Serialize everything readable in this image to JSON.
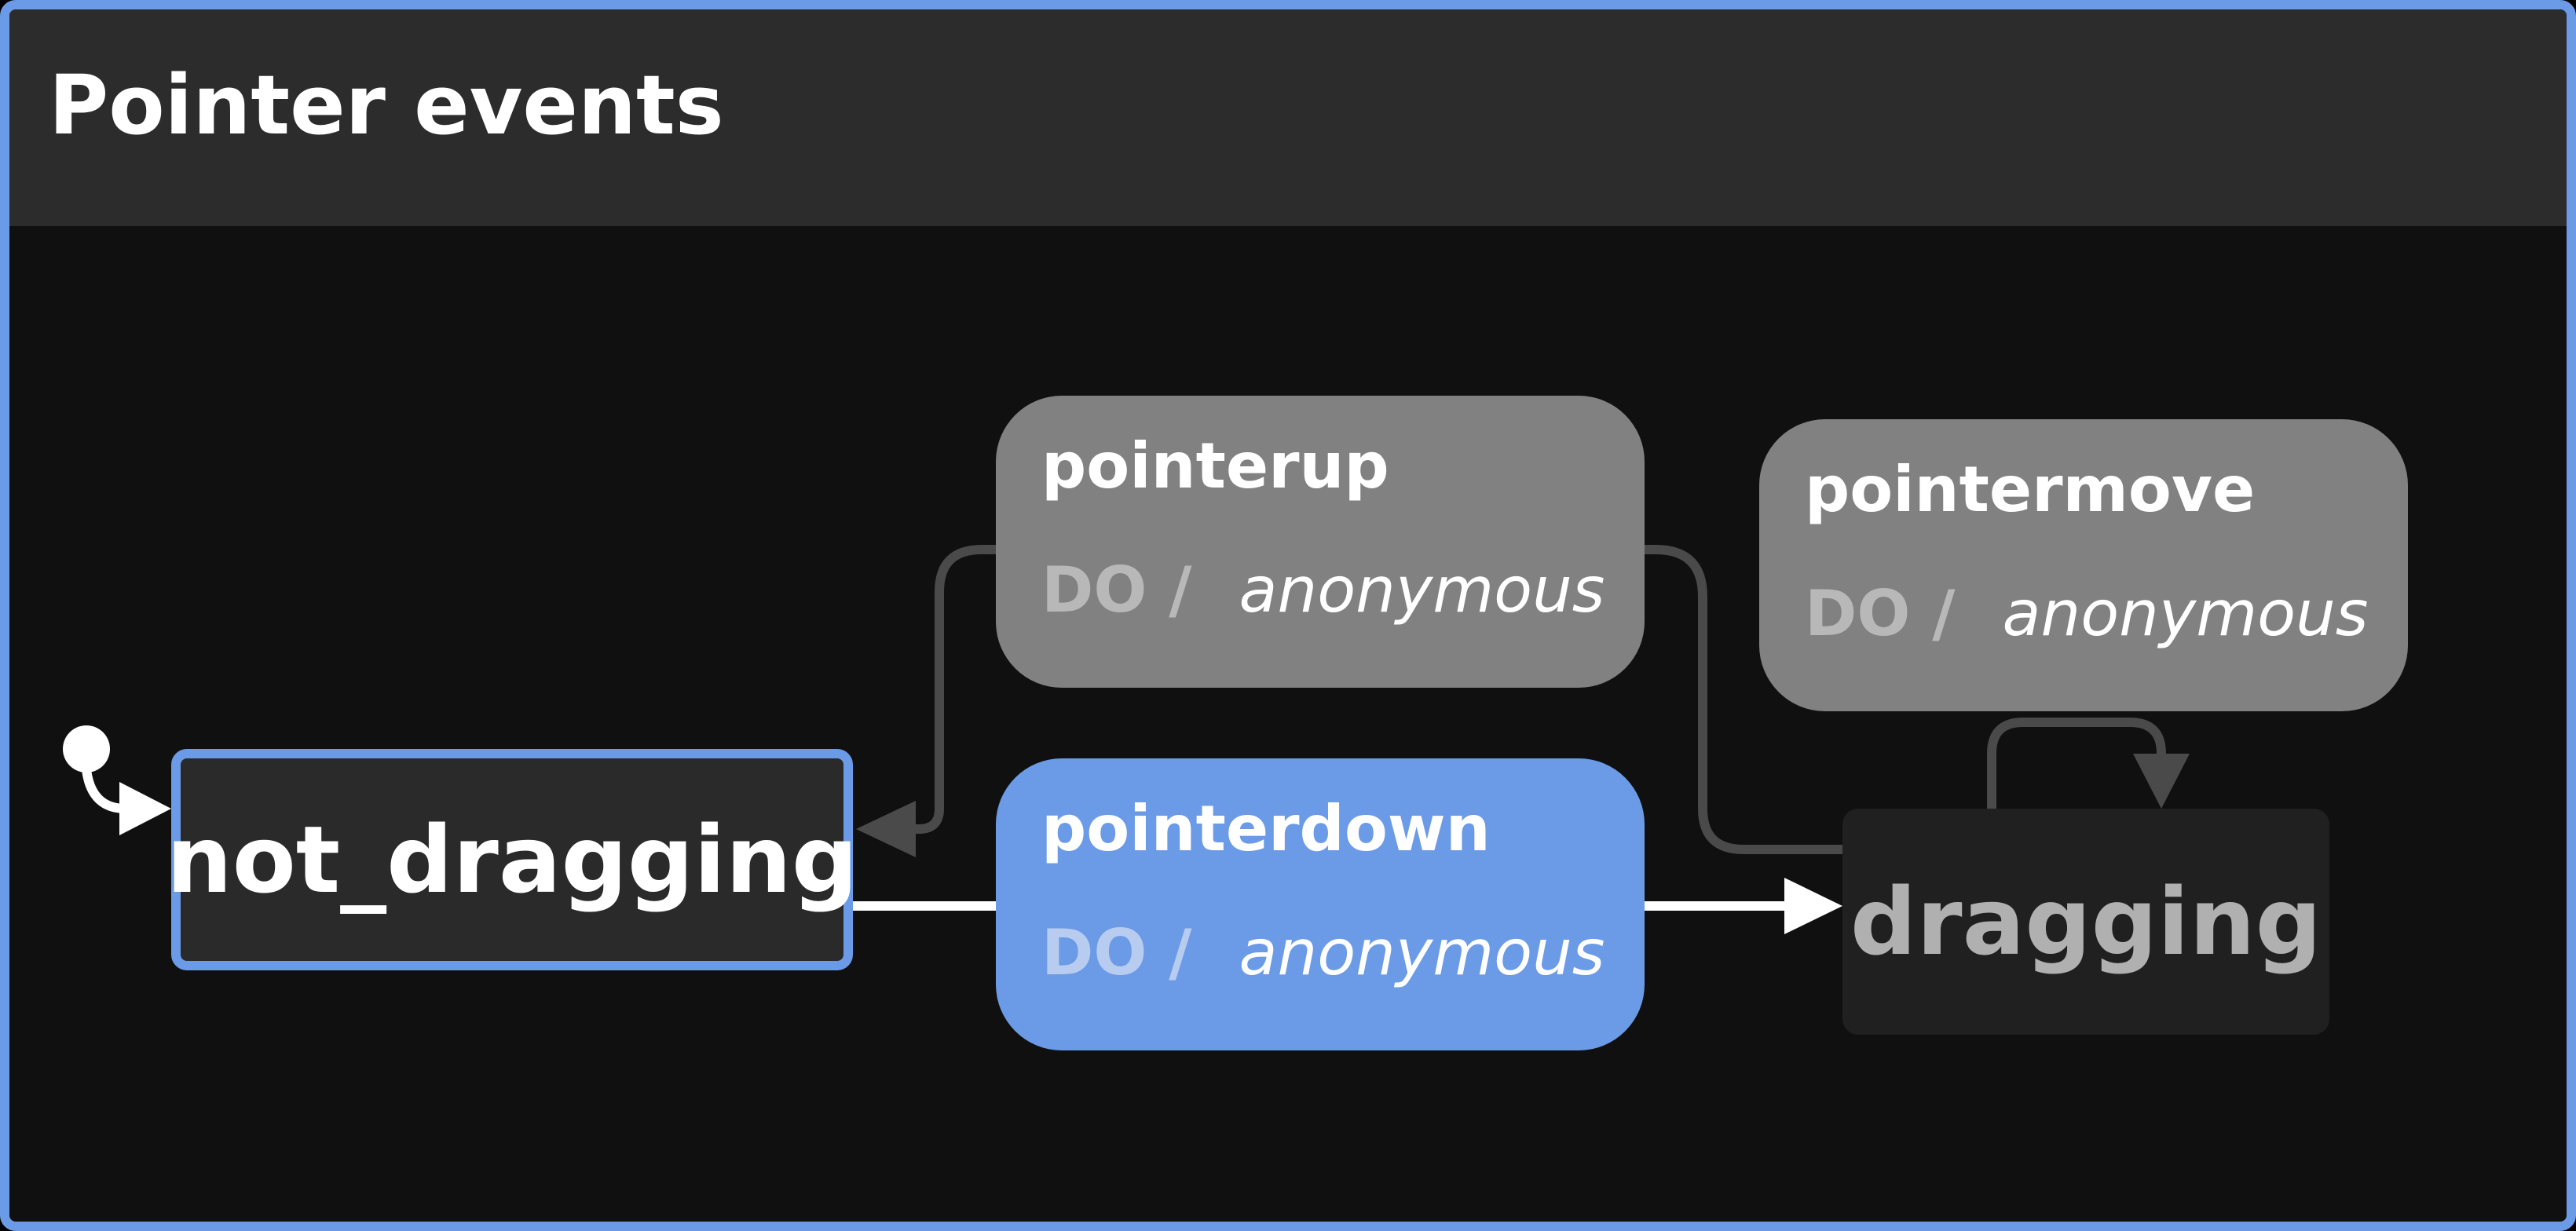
{
  "machine": {
    "title": "Pointer events"
  },
  "states": {
    "not_dragging": "not_dragging",
    "dragging": "dragging"
  },
  "transitions": {
    "pointerup": {
      "event": "pointerup",
      "do_label": "DO /",
      "action": "anonymous"
    },
    "pointerdown": {
      "event": "pointerdown",
      "do_label": "DO /",
      "action": "anonymous"
    },
    "pointermove": {
      "event": "pointermove",
      "do_label": "DO /",
      "action": "anonymous"
    }
  },
  "colors": {
    "accent": "#6b9be6",
    "event_inactive": "#818181",
    "canvas": "#101010",
    "header": "#2c2c2c",
    "edge_inactive": "#4a4a4a",
    "edge_active": "#ffffff"
  }
}
